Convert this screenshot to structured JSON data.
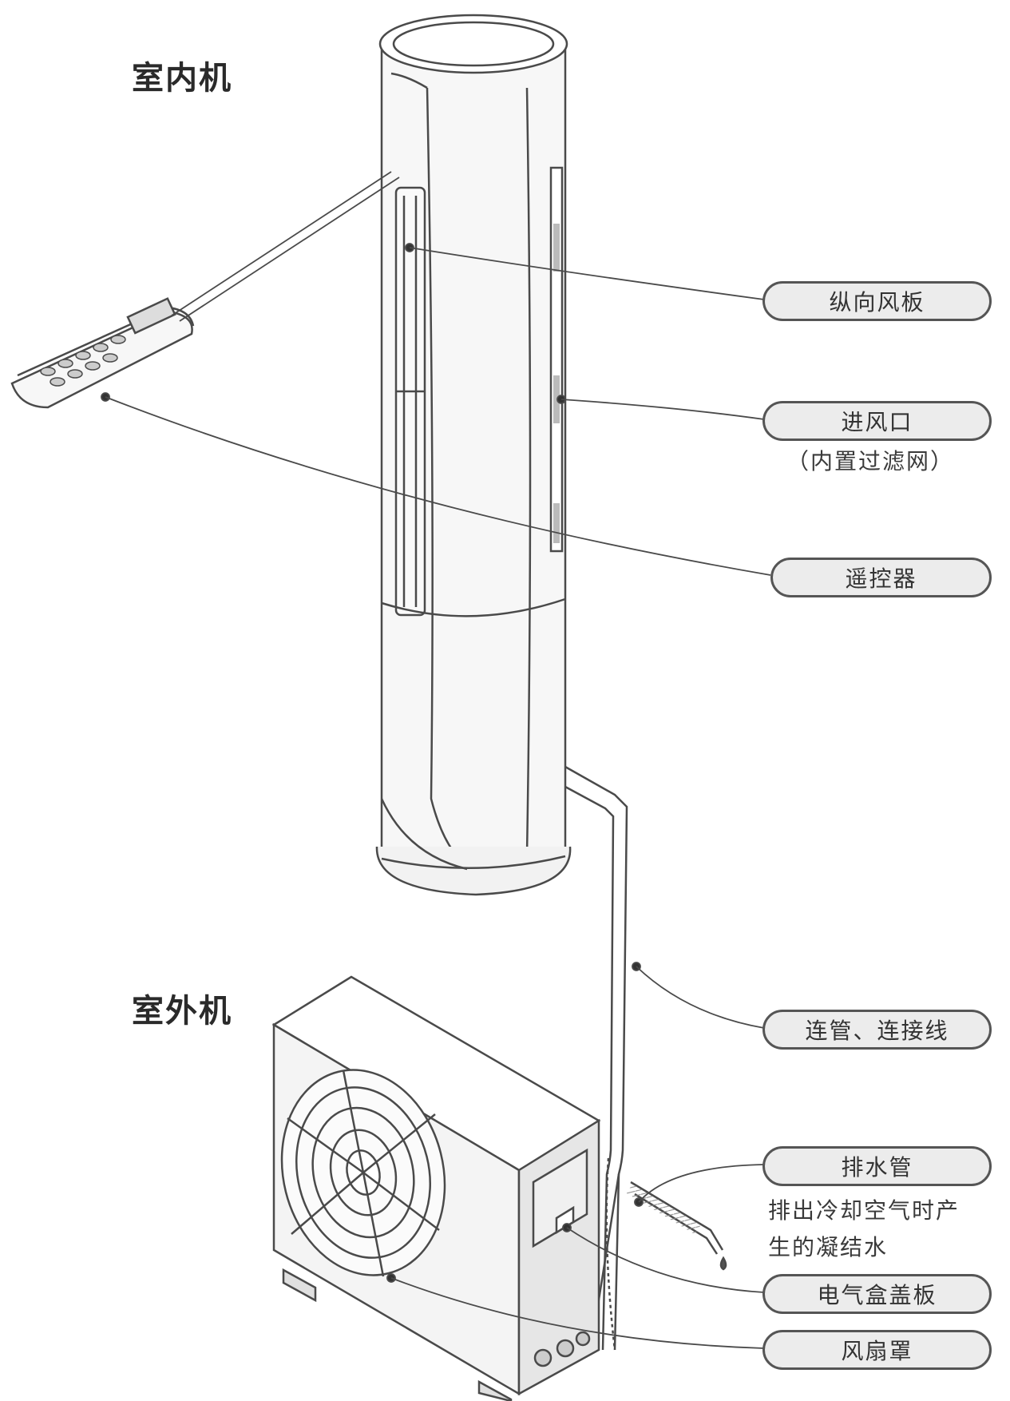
{
  "titles": {
    "indoor": "室内机",
    "outdoor": "室外机"
  },
  "callouts": {
    "vertical_louver": "纵向风板",
    "air_inlet": "进风口",
    "air_inlet_note": "（内置过滤网）",
    "remote_control": "遥控器",
    "pipes_wires": "连管、连接线",
    "drain_pipe": "排水管",
    "drain_note_line1": "排出冷却空气时产",
    "drain_note_line2": "生的凝结水",
    "electrical_box_cover": "电气盒盖板",
    "fan_guard": "风扇罩"
  },
  "colors": {
    "line": "#4a4a4a",
    "callout_fill": "#ececec",
    "callout_border": "#555555",
    "unit_fill": "#f2f2f2"
  }
}
